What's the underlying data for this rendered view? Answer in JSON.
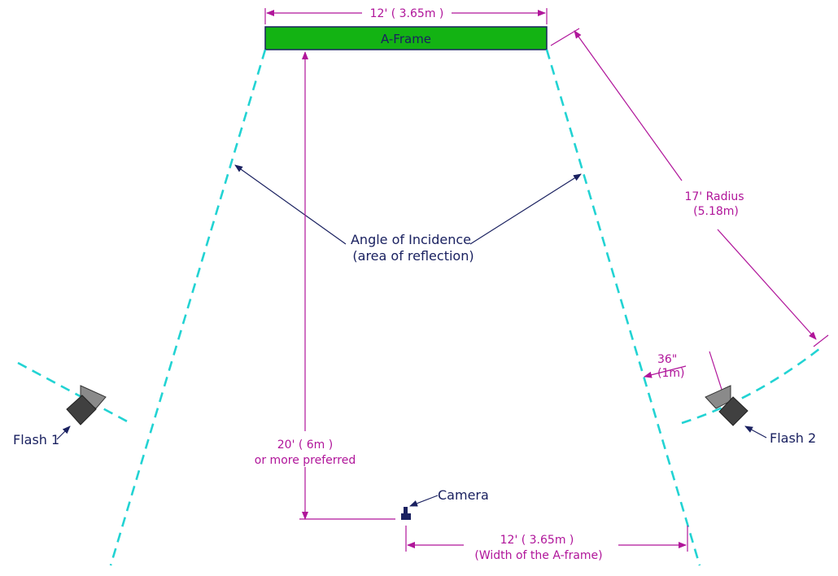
{
  "labels": {
    "a_frame": "A-Frame",
    "top_width": "12' ( 3.65m )",
    "radius_line1": "17' Radius",
    "radius_line2": "(5.18m)",
    "incidence_line1": "Angle of Incidence",
    "incidence_line2": "(area of reflection)",
    "offset_line1": "36\"",
    "offset_line2": "(1m)",
    "distance_line1": "20' ( 6m )",
    "distance_line2": "or more preferred",
    "camera": "Camera",
    "bottom_width_line1": "12' ( 3.65m )",
    "bottom_width_line2": "(Width of the A-frame)",
    "flash1": "Flash 1",
    "flash2": "Flash 2"
  },
  "colors": {
    "a_frame_fill": "#13b313",
    "dashed_lines": "#22d3d3",
    "dimension_lines": "#b0159a",
    "leader_lines": "#1a2160",
    "flash_body": "#404040",
    "flash_head": "#8a8a8a"
  }
}
